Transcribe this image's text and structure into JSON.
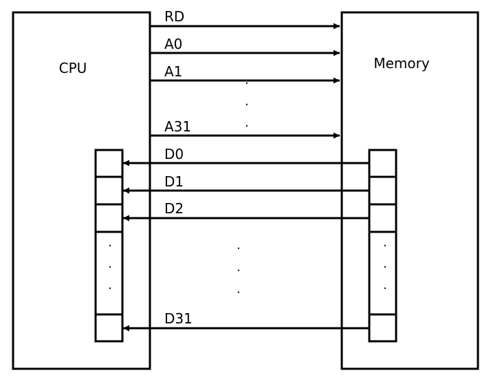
{
  "blocks": {
    "cpu": {
      "label": "CPU"
    },
    "memory": {
      "label": "Memory"
    }
  },
  "signals": {
    "rd": "RD",
    "a0": "A0",
    "a1": "A1",
    "a31": "A31",
    "d0": "D0",
    "d1": "D1",
    "d2": "D2",
    "d31": "D31"
  },
  "ellipsis": "."
}
